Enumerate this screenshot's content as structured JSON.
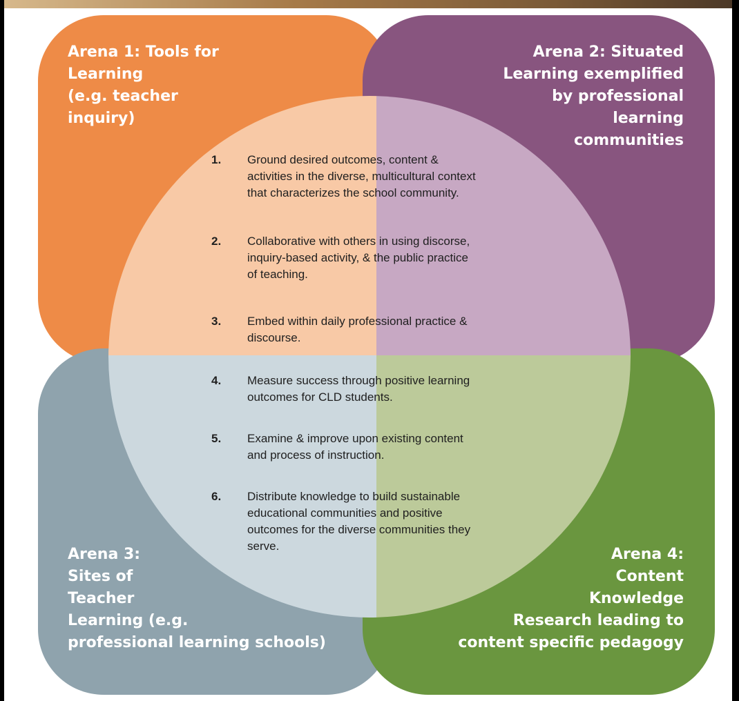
{
  "arenas": {
    "a1": [
      "Arena 1: Tools for",
      "Learning",
      "(e.g. teacher",
      "inquiry)"
    ],
    "a2": [
      "Arena 2: Situated",
      "Learning exemplified",
      "by professional",
      "learning",
      "communities"
    ],
    "a3": [
      "Arena 3:",
      "Sites of",
      "Teacher",
      "Learning (e.g.",
      "professional learning schools)"
    ],
    "a4": [
      "Arena 4:",
      "Content",
      "Knowledge",
      "Research leading to",
      "content specific pedagogy"
    ]
  },
  "items": [
    {
      "num": "1.",
      "lines": [
        "Ground desired outcomes, content &",
        "activities in the diverse, multicultural context",
        "that characterizes the school community."
      ]
    },
    {
      "num": "2.",
      "lines": [
        "Collaborative with others in using discorse,",
        "inquiry-based activity, & the public practice",
        "of teaching."
      ]
    },
    {
      "num": "3.",
      "lines": [
        "Embed within daily professional practice &",
        "discourse."
      ]
    },
    {
      "num": "4.",
      "lines": [
        "Measure success through positive learning",
        "outcomes for CLD students."
      ]
    },
    {
      "num": "5.",
      "lines": [
        "Examine & improve upon existing content",
        "and process of instruction."
      ]
    },
    {
      "num": "6.",
      "lines": [
        "Distribute knowledge to build sustainable",
        "educational communities and positive",
        "outcomes for the diverse communities they",
        "serve."
      ]
    }
  ],
  "colors": {
    "arena1": "#ee8b47",
    "arena2": "#88557f",
    "arena3": "#8fa3ad",
    "arena4": "#6a963f",
    "circle_tl": "#f8c9a6",
    "circle_tr": "#c7a8c3",
    "circle_bl": "#ccd8de",
    "circle_br": "#bcca9a"
  }
}
